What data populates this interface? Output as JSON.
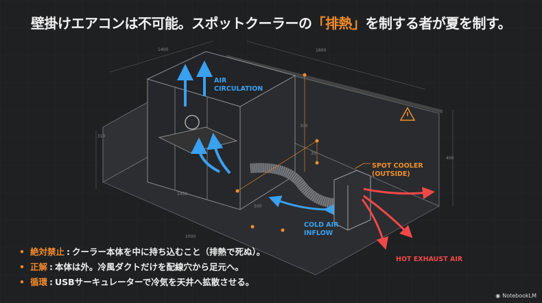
{
  "title": {
    "before": "壁掛けエアコンは不可能。スポットクーラーの",
    "highlight": "「排熱」",
    "after": "を制する者が夏を制す。"
  },
  "labels": {
    "air_circulation": [
      "AIR",
      "CIRCULATION"
    ],
    "spot_cooler": [
      "SPOT COOLER",
      "(OUTSIDE)"
    ],
    "cold_air": [
      "COLD AIR",
      "INFLOW"
    ],
    "hot_exhaust": "HOT EXHAUST AIR"
  },
  "dimensions": {
    "d1": "1400",
    "d2": "1800",
    "d3": "300",
    "d4": "30",
    "d5": "400",
    "d6": "310",
    "d7": "1400",
    "d8": "500",
    "d9": "2000"
  },
  "bullets": [
    {
      "key": "絶対禁止",
      "text": "クーラー本体を中に持ち込むこと（排熱で死ぬ）。"
    },
    {
      "key": "正解",
      "text": "本体は外。冷風ダクトだけを配線穴から足元へ。"
    },
    {
      "key": "循環",
      "text": "USBサーキュレーターで冷気を天井へ拡散させる。"
    }
  ],
  "logo": "NotebookLM",
  "colors": {
    "accent": "#f08a2c",
    "cold": "#3aa0f0",
    "hot": "#f04848",
    "background": "#1f2022"
  }
}
